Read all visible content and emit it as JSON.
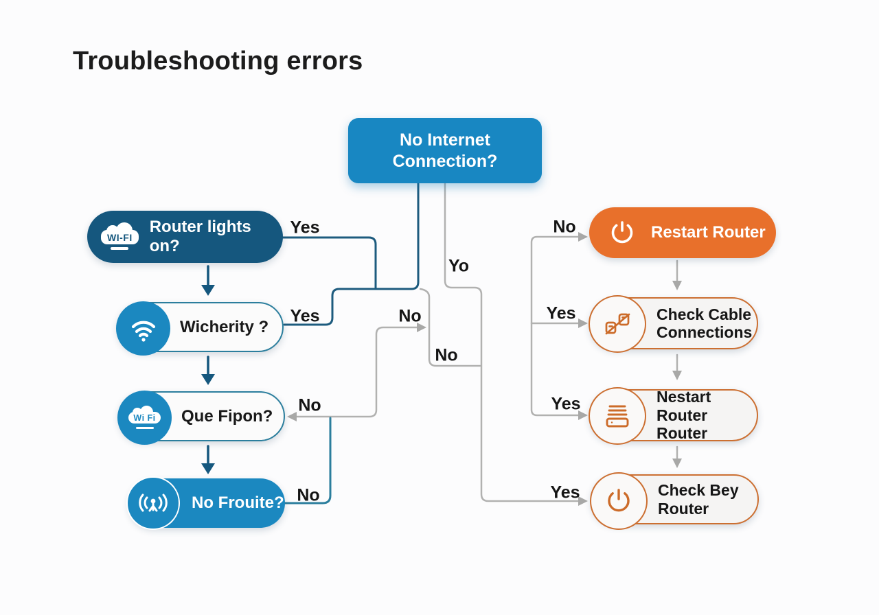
{
  "title": "Troubleshooting errors",
  "root": {
    "label": "No Internet Connection?"
  },
  "left_nodes": [
    {
      "label": "Router lights on?",
      "icon": "wifi-cloud-badge-icon",
      "badge_text": "WI-FI"
    },
    {
      "label": "Wicherity ?",
      "icon": "wifi-signal-icon"
    },
    {
      "label": "Que Fipon?",
      "icon": "wifi-cloud-badge-icon",
      "badge_text": "Wi Fi"
    },
    {
      "label": "No Frouite?",
      "icon": "broadcast-antenna-icon"
    }
  ],
  "right_nodes": [
    {
      "label": "Restart Router",
      "icon": "power-icon"
    },
    {
      "label": "Check Cable Connections",
      "icon": "cable-connector-icon"
    },
    {
      "label": "Nestart Router Router",
      "icon": "router-device-icon"
    },
    {
      "label": "Check Bey Router",
      "icon": "power-icon"
    }
  ],
  "edge_labels": [
    {
      "id": "yes-router-lights",
      "text": "Yes"
    },
    {
      "id": "yes-wicherity",
      "text": "Yes"
    },
    {
      "id": "no-que-fipon",
      "text": "No"
    },
    {
      "id": "no-frouite",
      "text": "No"
    },
    {
      "id": "no-mid-upper",
      "text": "No"
    },
    {
      "id": "yo-center",
      "text": "Yo"
    },
    {
      "id": "no-mid-lower",
      "text": "No"
    },
    {
      "id": "no-restart-router",
      "text": "No"
    },
    {
      "id": "yes-check-cable",
      "text": "Yes"
    },
    {
      "id": "yes-nestart-router",
      "text": "Yes"
    },
    {
      "id": "yes-check-bey",
      "text": "Yes"
    }
  ],
  "colors": {
    "root_blue": "#1887c2",
    "navy": "#15577e",
    "mid_blue": "#1b88c0",
    "orange": "#e8702b",
    "orange_border": "#cc6f31",
    "line_gray": "#b1b1b0",
    "line_navy": "#1d5b7e",
    "line_teal": "#2b7e9d"
  }
}
